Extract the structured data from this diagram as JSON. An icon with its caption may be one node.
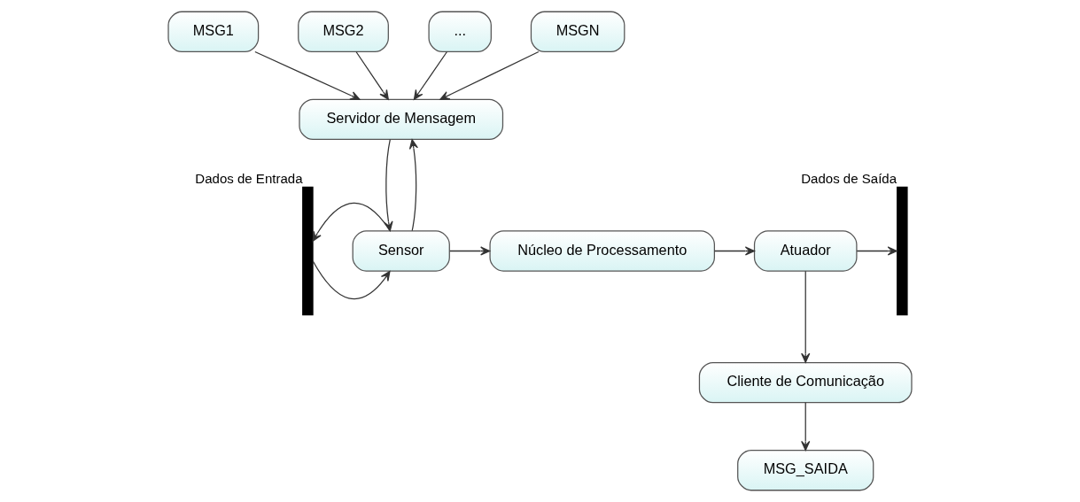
{
  "diagram": {
    "nodes": [
      {
        "text": [
          "MSG1"
        ]
      },
      {
        "text": [
          "MSG2"
        ]
      },
      {
        "text": [
          "..."
        ]
      },
      {
        "text": [
          "MSGN"
        ]
      },
      {
        "text": [
          "Servidor de Mensagem"
        ]
      },
      {
        "text": [],
        "shape": "bar",
        "beside": [
          "Dados de Entrada"
        ]
      },
      {
        "text": [
          "Sensor"
        ]
      },
      {
        "text": [
          "Núcleo de Processamento"
        ]
      },
      {
        "text": [
          "Atuador"
        ]
      },
      {
        "text": [],
        "shape": "bar",
        "beside": [
          "Dados de Saída"
        ]
      },
      {
        "text": [
          "Cliente de Comunicação"
        ]
      },
      {
        "text": [
          "MSG_SAIDA"
        ]
      }
    ],
    "edges": [
      {
        "from": 0,
        "to": 4,
        "arrow": "to"
      },
      {
        "from": 1,
        "to": 4,
        "arrow": "to"
      },
      {
        "from": 2,
        "to": 4,
        "arrow": "to"
      },
      {
        "from": 3,
        "to": 4,
        "arrow": "to"
      },
      {
        "from": 6,
        "to": 4,
        "arrow": "to"
      },
      {
        "from": 4,
        "to": 6,
        "arrow": "to"
      },
      {
        "from": 5,
        "to": 6,
        "arrow": "to"
      },
      {
        "from": 6,
        "to": 5,
        "arrow": "to"
      },
      {
        "from": 6,
        "to": 7,
        "arrow": "to"
      },
      {
        "from": 7,
        "to": 8,
        "arrow": "to"
      },
      {
        "from": 8,
        "to": 9,
        "arrow": "to"
      },
      {
        "from": 8,
        "to": 10,
        "arrow": "to"
      },
      {
        "from": 10,
        "to": 11,
        "arrow": "to"
      }
    ]
  }
}
